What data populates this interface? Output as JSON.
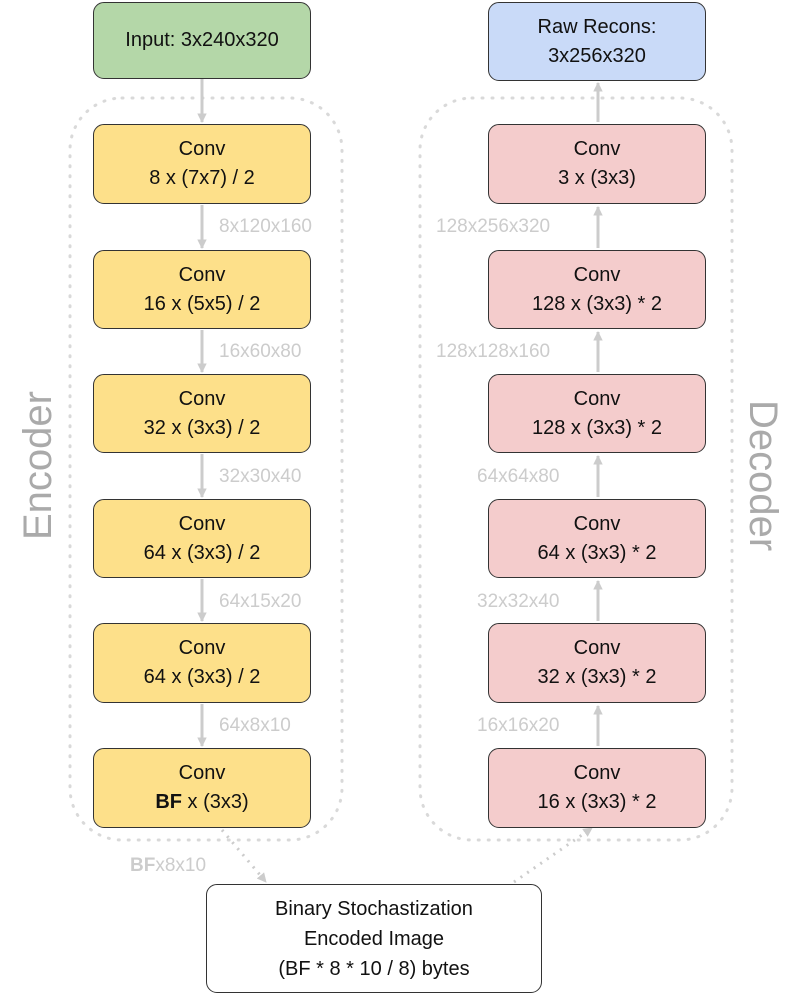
{
  "input": {
    "label": "Input: 3x240x320"
  },
  "output": {
    "line1": "Raw Recons:",
    "line2": "3x256x320"
  },
  "encoder": {
    "title": "Encoder",
    "layers": [
      {
        "line1": "Conv",
        "line2": "8 x (7x7) / 2"
      },
      {
        "line1": "Conv",
        "line2": "16 x (5x5) / 2"
      },
      {
        "line1": "Conv",
        "line2": "32 x (3x3) / 2"
      },
      {
        "line1": "Conv",
        "line2": "64 x (3x3) / 2"
      },
      {
        "line1": "Conv",
        "line2": "64 x (3x3) / 2"
      },
      {
        "line1": "Conv",
        "line2_bold": "BF",
        "line2_rest": " x (3x3)"
      }
    ],
    "dims": [
      "8x120x160",
      "16x60x80",
      "32x30x40",
      "64x15x20",
      "64x8x10"
    ],
    "output_dim": {
      "bold": "BF",
      "rest": "x8x10"
    }
  },
  "decoder": {
    "title": "Decoder",
    "layers": [
      {
        "line1": "Conv",
        "line2": "3 x (3x3)"
      },
      {
        "line1": "Conv",
        "line2": "128 x (3x3) * 2"
      },
      {
        "line1": "Conv",
        "line2": "128 x (3x3) * 2"
      },
      {
        "line1": "Conv",
        "line2": "64 x (3x3) * 2"
      },
      {
        "line1": "Conv",
        "line2": "32 x (3x3) * 2"
      },
      {
        "line1": "Conv",
        "line2": "16 x (3x3) * 2"
      }
    ],
    "dims": [
      "128x256x320",
      "128x128x160",
      "64x64x80",
      "32x32x40",
      "16x16x20"
    ]
  },
  "binary": {
    "line1": "Binary Stochastization",
    "line2": "Encoded Image",
    "line3": "(BF * 8 * 10 / 8) bytes"
  },
  "colors": {
    "encoder_fill": "#fde08a",
    "decoder_fill": "#f4cccc",
    "input_fill": "#b4d7a8",
    "output_fill": "#c9daf8",
    "arrow": "#cccccc",
    "dim_label": "#cccccc",
    "group_border": "#d9d9d9"
  }
}
